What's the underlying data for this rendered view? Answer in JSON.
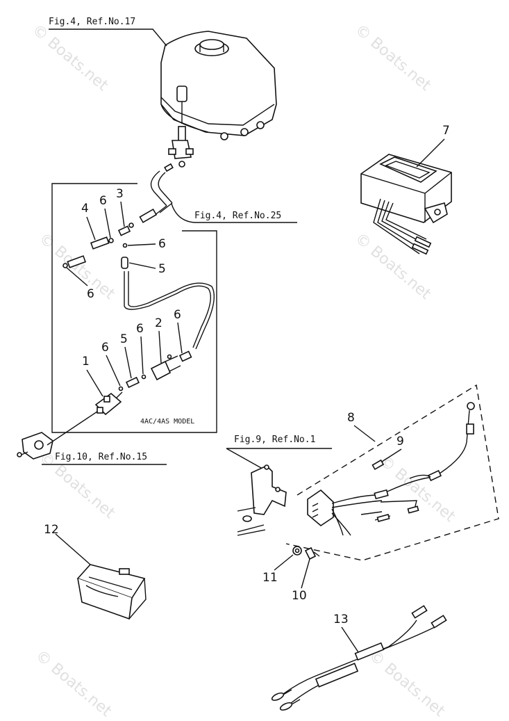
{
  "references": {
    "fig4_ref17": "Fig.4, Ref.No.17",
    "fig4_ref25": "Fig.4, Ref.No.25",
    "fig10_ref15": "Fig.10, Ref.No.15",
    "fig9_ref1": "Fig.9, Ref.No.1"
  },
  "model_note": "4AC/4AS MODEL",
  "callouts": {
    "c1": "1",
    "c2": "2",
    "c3": "3",
    "c4": "4",
    "c5a": "5",
    "c5b": "5",
    "c6a": "6",
    "c6b": "6",
    "c6c": "6",
    "c6d": "6",
    "c6e": "6",
    "c6f": "6",
    "c7": "7",
    "c8": "8",
    "c9": "9",
    "c10": "10",
    "c11": "11",
    "c12": "12",
    "c13": "13"
  },
  "watermark": "© Boats.net"
}
